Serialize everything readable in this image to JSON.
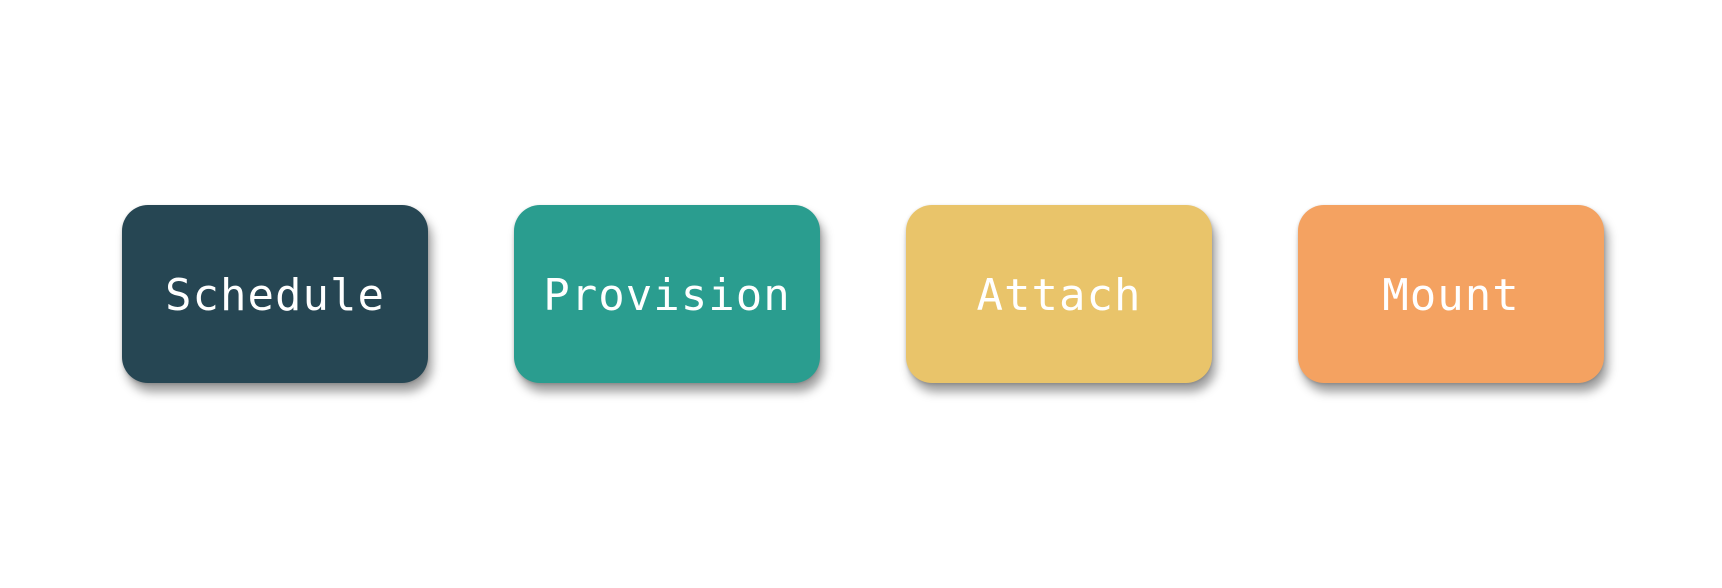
{
  "steps": [
    {
      "label": "Schedule",
      "color": "#264653"
    },
    {
      "label": "Provision",
      "color": "#2A9D8F"
    },
    {
      "label": "Attach",
      "color": "#E9C46A"
    },
    {
      "label": "Mount",
      "color": "#F4A261"
    }
  ]
}
